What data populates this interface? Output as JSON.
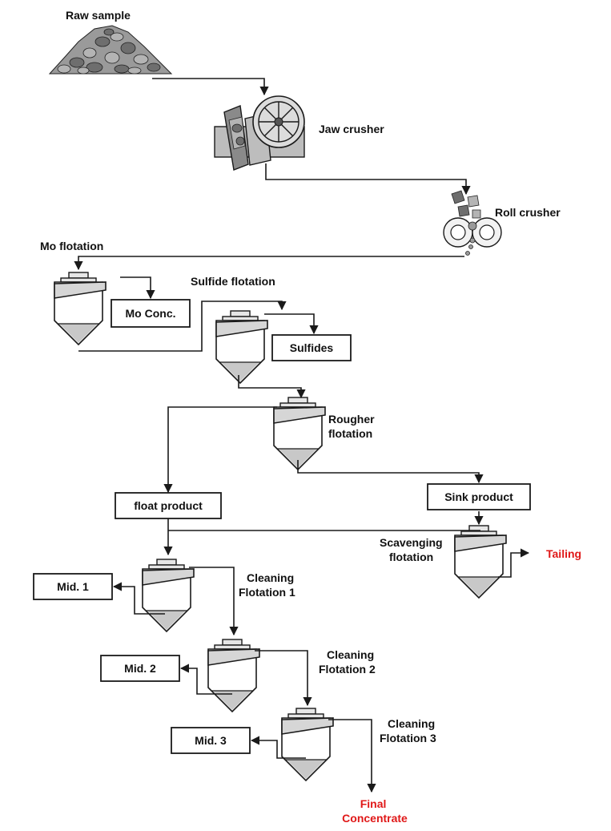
{
  "equipment": {
    "raw_sample": "Raw sample",
    "jaw_crusher": "Jaw crusher",
    "roll_crusher": "Roll crusher"
  },
  "stages": {
    "mo_flotation": "Mo flotation",
    "sulfide_flotation": "Sulfide flotation",
    "rougher_flotation": [
      "Rougher",
      "flotation"
    ],
    "scavenging_flotation": [
      "Scavenging",
      "flotation"
    ],
    "cleaning_flotation_1": [
      "Cleaning",
      "Flotation 1"
    ],
    "cleaning_flotation_2": [
      "Cleaning",
      "Flotation 2"
    ],
    "cleaning_flotation_3": [
      "Cleaning",
      "Flotation 3"
    ]
  },
  "products": {
    "mo_conc": "Mo Conc.",
    "sulfides": "Sulfides",
    "float_product": "float product",
    "sink_product": "Sink product",
    "mid_1": "Mid. 1",
    "mid_2": "Mid. 2",
    "mid_3": "Mid. 3",
    "tailing": "Tailing",
    "final_concentrate": [
      "Final",
      "Concentrate"
    ]
  },
  "colors": {
    "highlight": "#e01818",
    "line": "#1a1a1a"
  }
}
